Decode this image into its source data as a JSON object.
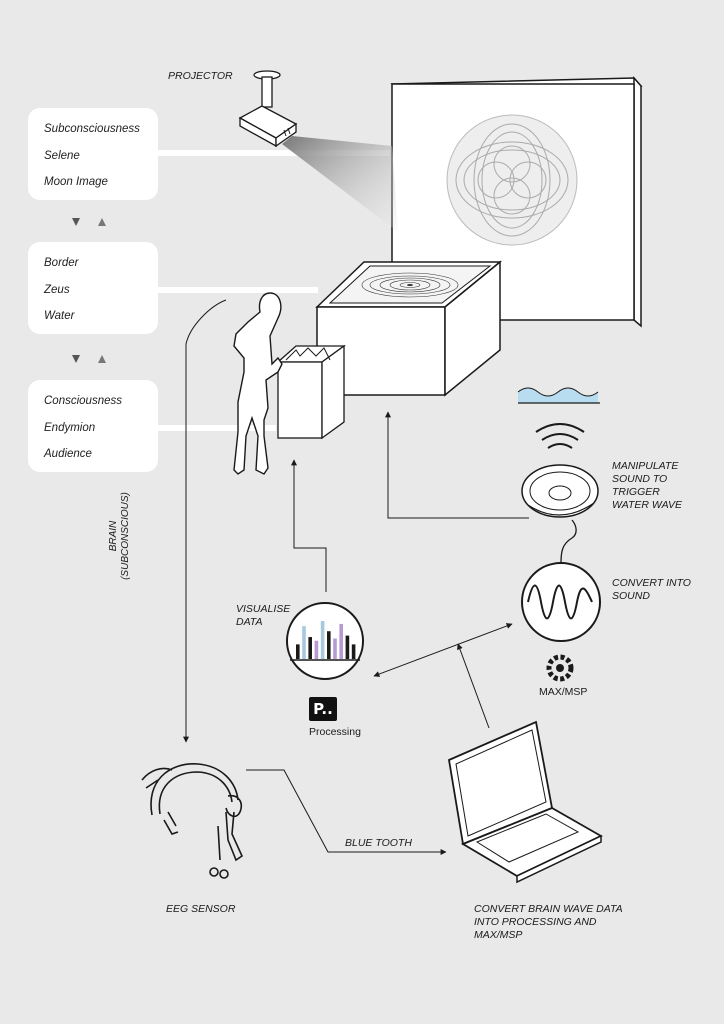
{
  "concept_boxes": [
    {
      "lines": [
        "Subconsciousness",
        "Selene",
        "Moon Image"
      ]
    },
    {
      "lines": [
        "Border",
        "Zeus",
        "Water"
      ]
    },
    {
      "lines": [
        "Consciousness",
        "Endymion",
        "Audience"
      ]
    }
  ],
  "labels": {
    "projector": "PROJECTOR",
    "manipulate": "MANIPULATE\nSOUND TO\nTRIGGER\nWATER WAVE",
    "convert_sound": "CONVERT INTO\nSOUND",
    "max_msp": "MAX/MSP",
    "visualise": "VISUALISE\nDATA",
    "processing": "Processing",
    "processing_logo": "P..",
    "brain": "BRAIN\n(SUBCONSCIOUS)",
    "bluetooth": "BLUE TOOTH",
    "eeg": "EEG SENSOR",
    "convert_brain": "CONVERT BRAIN WAVE DATA\nINTO PROCESSING AND\nMAX/MSP"
  },
  "colors": {
    "background": "#e9e9e9",
    "water": "#b8ddf0",
    "bar_purple": "#b69ad4",
    "bar_blue": "#a8c8de",
    "line": "#1a1a1a"
  },
  "icons": [
    "projector-icon",
    "speaker-icon",
    "sound-wave-icon",
    "water-wave-icon",
    "max-msp-icon",
    "laptop-icon",
    "eeg-headset-icon",
    "person-silhouette-icon",
    "bar-chart-icon",
    "processing-logo-icon"
  ],
  "chart_data": {
    "type": "bar",
    "categories": [],
    "values": [
      2,
      4.5,
      3,
      2.5,
      5.2,
      3.8,
      2.8,
      4.8,
      3.2,
      2
    ],
    "colors": [
      "#1a1a1a",
      "#a8c8de",
      "#1a1a1a",
      "#b69ad4",
      "#a8c8de",
      "#1a1a1a",
      "#b69ad4",
      "#b69ad4",
      "#1a1a1a",
      "#1a1a1a"
    ]
  }
}
